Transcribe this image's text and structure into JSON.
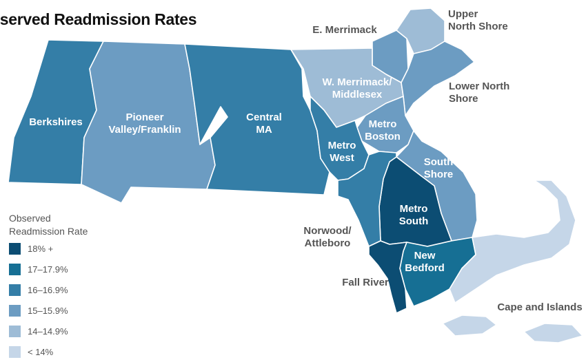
{
  "title": "bserved Readmission Rates",
  "colors": {
    "r18plus": "#0c4d73",
    "r17": "#166f94",
    "r16": "#347ea7",
    "r15": "#6c9cc2",
    "r14": "#9ebcd6",
    "rlt14": "#c5d6e8"
  },
  "regions": [
    {
      "label": "Berkshires",
      "tier": "r16"
    },
    {
      "label": "Pioneer\nValley/Franklin",
      "tier": "r15"
    },
    {
      "label": "Central\nMA",
      "tier": "r16"
    },
    {
      "label": "E. Merrimack",
      "tier": "r15"
    },
    {
      "label": "Upper\nNorth Shore",
      "tier": "r14"
    },
    {
      "label": "W. Merrimack/\nMiddlesex",
      "tier": "r14"
    },
    {
      "label": "Lower North\nShore",
      "tier": "r15"
    },
    {
      "label": "Metro\nBoston",
      "tier": "r15"
    },
    {
      "label": "Metro\nWest",
      "tier": "r16"
    },
    {
      "label": "South\nShore",
      "tier": "r15"
    },
    {
      "label": "Metro\nSouth",
      "tier": "r18plus"
    },
    {
      "label": "Norwood/\nAttleboro",
      "tier": "r16"
    },
    {
      "label": "New\nBedford",
      "tier": "r17"
    },
    {
      "label": "Fall River",
      "tier": "r18plus"
    },
    {
      "label": "Cape and Islands",
      "tier": "rlt14"
    }
  ],
  "legend": {
    "title": "Observed\nReadmission Rate",
    "items": [
      {
        "label": "18% +",
        "tier": "r18plus"
      },
      {
        "label": "17–17.9%",
        "tier": "r17"
      },
      {
        "label": "16–16.9%",
        "tier": "r16"
      },
      {
        "label": "15–15.9%",
        "tier": "r15"
      },
      {
        "label": "14–14.9%",
        "tier": "r14"
      },
      {
        "label": "< 14%",
        "tier": "rlt14"
      }
    ]
  }
}
